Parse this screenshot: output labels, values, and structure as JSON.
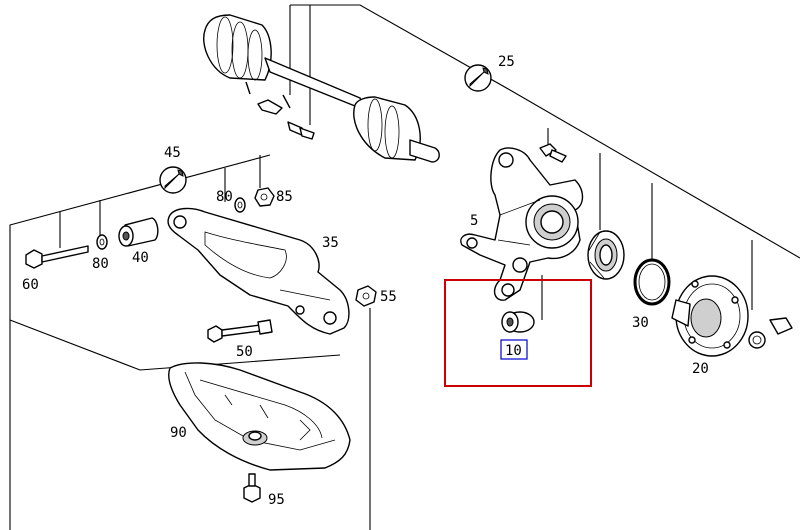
{
  "diagram": {
    "labels": {
      "p5": "5",
      "p10": "10",
      "p20": "20",
      "p25": "25",
      "p30": "30",
      "p35": "35",
      "p40": "40",
      "p45": "45",
      "p50": "50",
      "p55": "55",
      "p60": "60",
      "p80a": "80",
      "p80b": "80",
      "p85": "85",
      "p90": "90",
      "p95": "95"
    },
    "highlight_color": "#cc0000",
    "selected_label_border": "#0000cc",
    "icons": [
      "wrench-symbol-icon"
    ]
  }
}
